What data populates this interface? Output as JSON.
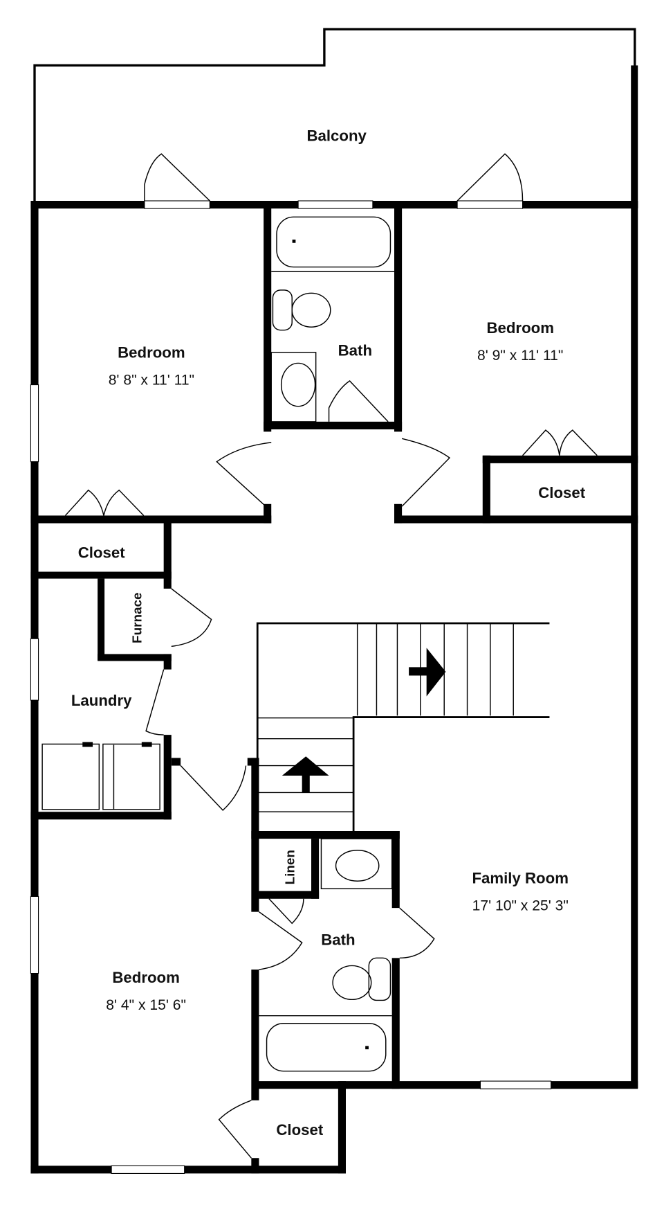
{
  "rooms": {
    "balcony": {
      "name": "Balcony"
    },
    "bedroom_nw": {
      "name": "Bedroom",
      "size": "8' 8\" x 11' 11\""
    },
    "bath_upper": {
      "name": "Bath"
    },
    "bedroom_ne": {
      "name": "Bedroom",
      "size": "8' 9\" x 11' 11\""
    },
    "closet_ne": {
      "name": "Closet"
    },
    "closet_w": {
      "name": "Closet"
    },
    "furnace": {
      "name": "Furnace"
    },
    "laundry": {
      "name": "Laundry"
    },
    "linen": {
      "name": "Linen"
    },
    "bath_lower": {
      "name": "Bath"
    },
    "family_room": {
      "name": "Family Room",
      "size": "17' 10\" x 25' 3\""
    },
    "bedroom_sw": {
      "name": "Bedroom",
      "size": "8' 4\" x 15' 6\""
    },
    "closet_s": {
      "name": "Closet"
    }
  },
  "colors": {
    "wall": "#000000",
    "background": "#ffffff"
  }
}
